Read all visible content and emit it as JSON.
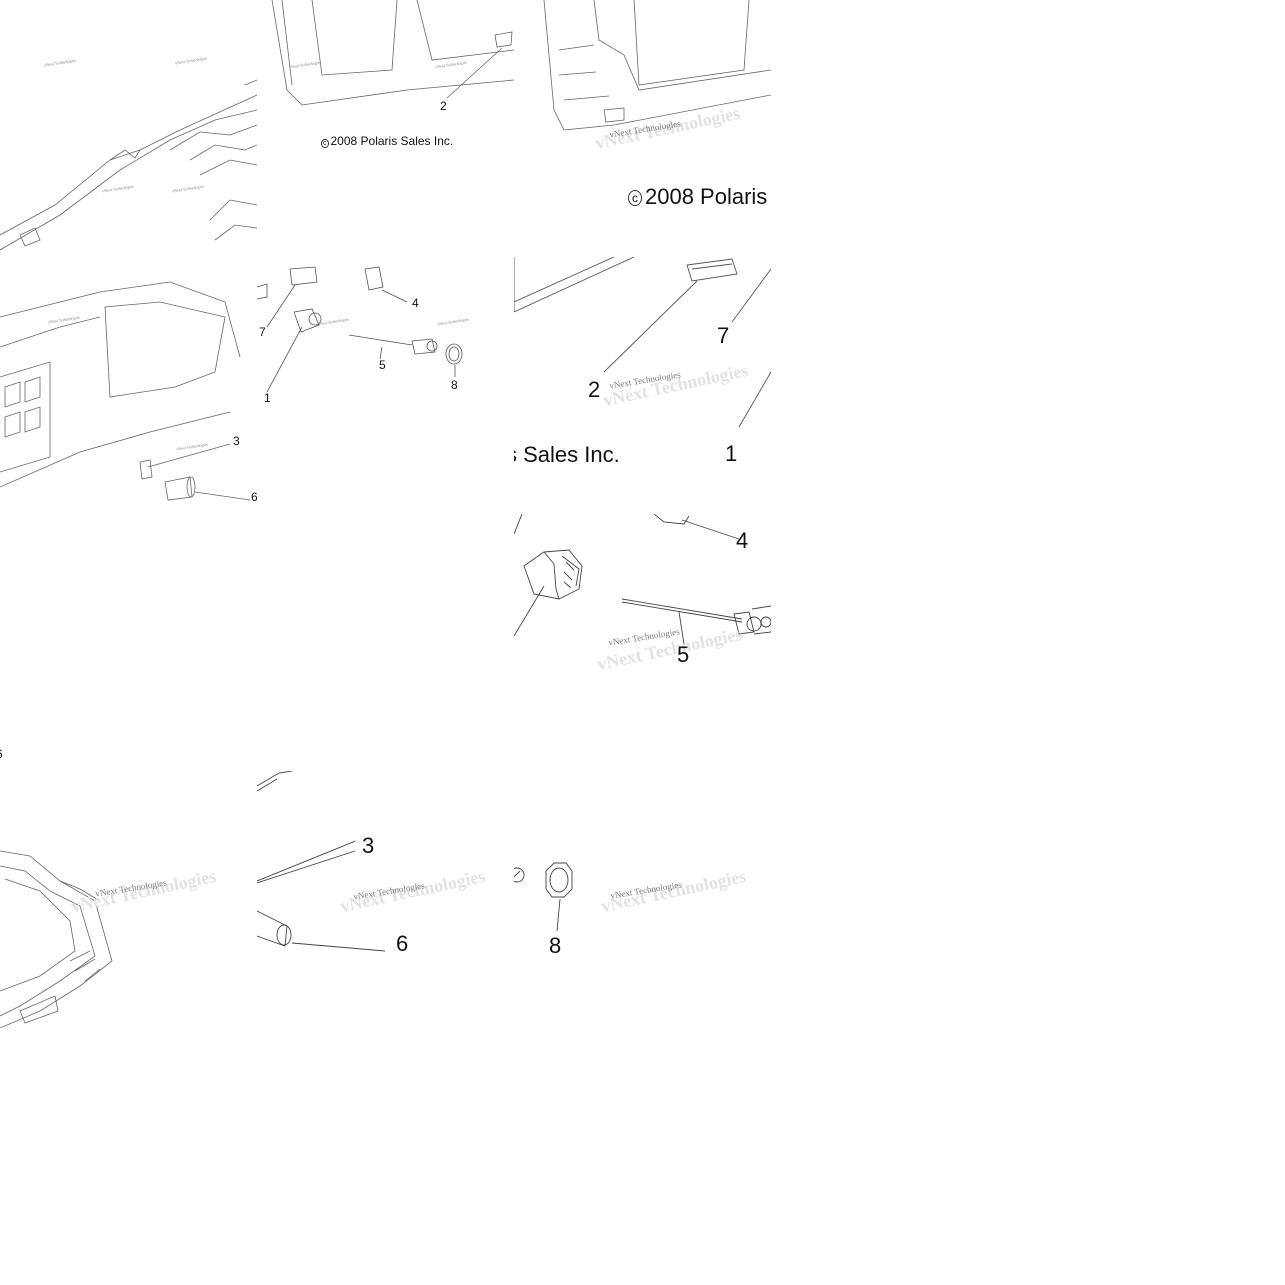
{
  "copyright": "2008 Polaris Sales Inc.",
  "copyright_fragment_1": "2008 Polaris",
  "copyright_fragment_2": "s Sales Inc.",
  "copyright_symbol": "c",
  "watermark": "vNext Technologies",
  "callouts": [
    "1",
    "2",
    "3",
    "4",
    "5",
    "6",
    "7",
    "8"
  ],
  "colors": {
    "line": "#555555",
    "watermark": "#7a7a7a",
    "background": "#ffffff"
  }
}
